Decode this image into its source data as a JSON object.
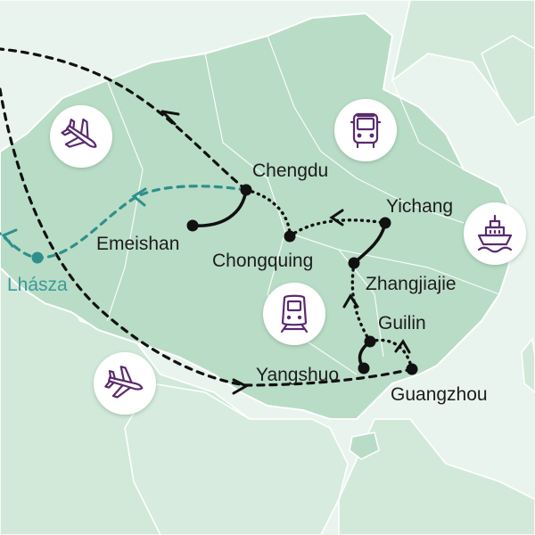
{
  "map": {
    "colors": {
      "water": "#eaf4ee",
      "land_china": "#b9dcc6",
      "land_other": "#d2e9da",
      "border": "#ffffff",
      "route_black": "#111111",
      "route_teal": "#2f8f8c",
      "icon_purple": "#5a2a6e"
    },
    "cities": [
      {
        "id": "chengdu",
        "label": "Chengdu"
      },
      {
        "id": "emeishan",
        "label": "Emeishan"
      },
      {
        "id": "chongquing",
        "label": "Chongquing"
      },
      {
        "id": "yichang",
        "label": "Yichang"
      },
      {
        "id": "zhangjiajie",
        "label": "Zhangjiajie"
      },
      {
        "id": "guilin",
        "label": "Guilin"
      },
      {
        "id": "yangshuo",
        "label": "Yangshuo"
      },
      {
        "id": "guangzhou",
        "label": "Guangzhou"
      },
      {
        "id": "lhasza",
        "label": "Lhásza"
      }
    ],
    "transport_icons": [
      "airplane-icon",
      "bus-icon",
      "ship-icon",
      "train-icon",
      "airplane-icon"
    ]
  }
}
